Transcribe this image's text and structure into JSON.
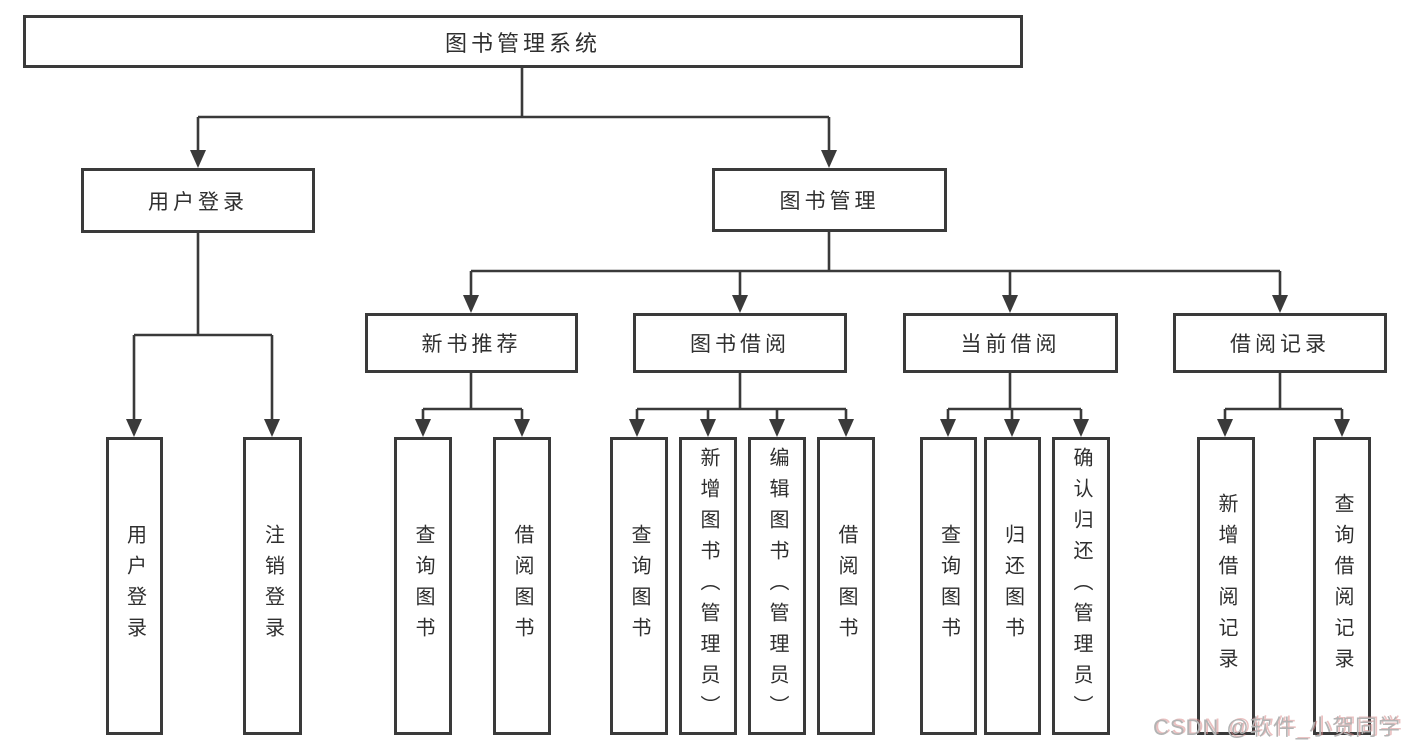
{
  "diagram_type": "hierarchy-tree",
  "colors": {
    "line": "#3a3a3a",
    "box_border": "#3a3a3a",
    "box_fill": "#ffffff",
    "text": "#2f2f2f",
    "background": "#ffffff",
    "watermark_text_color": "#b3b3b3",
    "watermark_shadow_color": "#d98c8c"
  },
  "tree": {
    "label": "图书管理系统",
    "children": [
      {
        "label": "用户登录",
        "children": [
          {
            "label": "用户登录"
          },
          {
            "label": "注销登录"
          }
        ]
      },
      {
        "label": "图书管理",
        "children": [
          {
            "label": "新书推荐",
            "children": [
              {
                "label": "查询图书"
              },
              {
                "label": "借阅图书"
              }
            ]
          },
          {
            "label": "图书借阅",
            "children": [
              {
                "label": "查询图书"
              },
              {
                "label": "新增图书（管理员）"
              },
              {
                "label": "编辑图书（管理员）"
              },
              {
                "label": "借阅图书"
              }
            ]
          },
          {
            "label": "当前借阅",
            "children": [
              {
                "label": "查询图书"
              },
              {
                "label": "归还图书"
              },
              {
                "label": "确认归还（管理员）"
              }
            ]
          },
          {
            "label": "借阅记录",
            "children": [
              {
                "label": "新增借阅记录"
              },
              {
                "label": "查询借阅记录"
              }
            ]
          }
        ]
      }
    ]
  },
  "watermark": {
    "text": "CSDN @软件_小贺同学"
  }
}
